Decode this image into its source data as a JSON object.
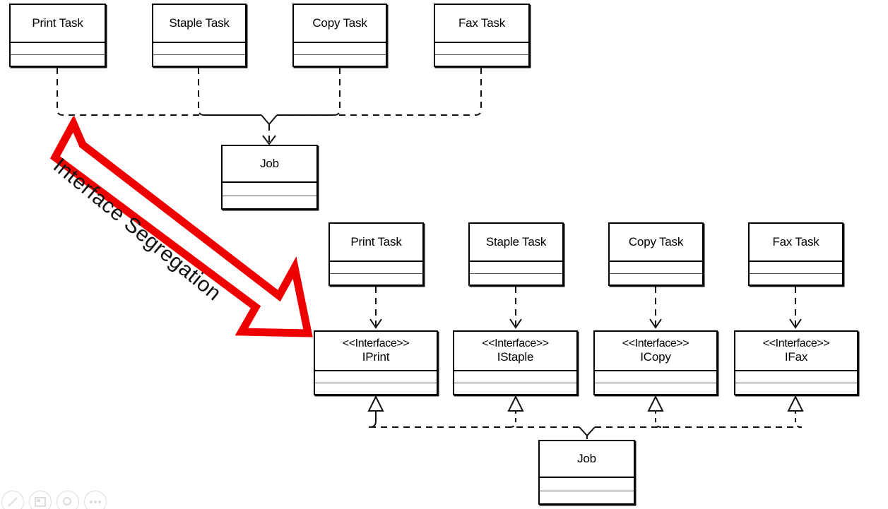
{
  "diagram": {
    "title": "Interface Segregation",
    "accent_color": "#ee0000",
    "line_color": "#000000"
  },
  "before": {
    "tasks": [
      {
        "name": "Print Task"
      },
      {
        "name": "Staple Task"
      },
      {
        "name": "Copy Task"
      },
      {
        "name": "Fax Task"
      }
    ],
    "target": {
      "name": "Job"
    }
  },
  "after": {
    "tasks": [
      {
        "name": "Print Task"
      },
      {
        "name": "Staple Task"
      },
      {
        "name": "Copy Task"
      },
      {
        "name": "Fax Task"
      }
    ],
    "interfaces": [
      {
        "stereotype": "<<Interface>>",
        "name": "IPrint"
      },
      {
        "stereotype": "<<Interface>>",
        "name": "IStaple"
      },
      {
        "stereotype": "<<Interface>>",
        "name": "ICopy"
      },
      {
        "stereotype": "<<Interface>>",
        "name": "IFax"
      }
    ],
    "implementor": {
      "name": "Job"
    }
  },
  "toolbar": {
    "icons": [
      {
        "name": "pencil-icon",
        "glyph": "✎"
      },
      {
        "name": "image-icon",
        "glyph": "▣"
      },
      {
        "name": "search-icon",
        "glyph": "○"
      },
      {
        "name": "more-icon",
        "glyph": "⋯"
      }
    ]
  }
}
